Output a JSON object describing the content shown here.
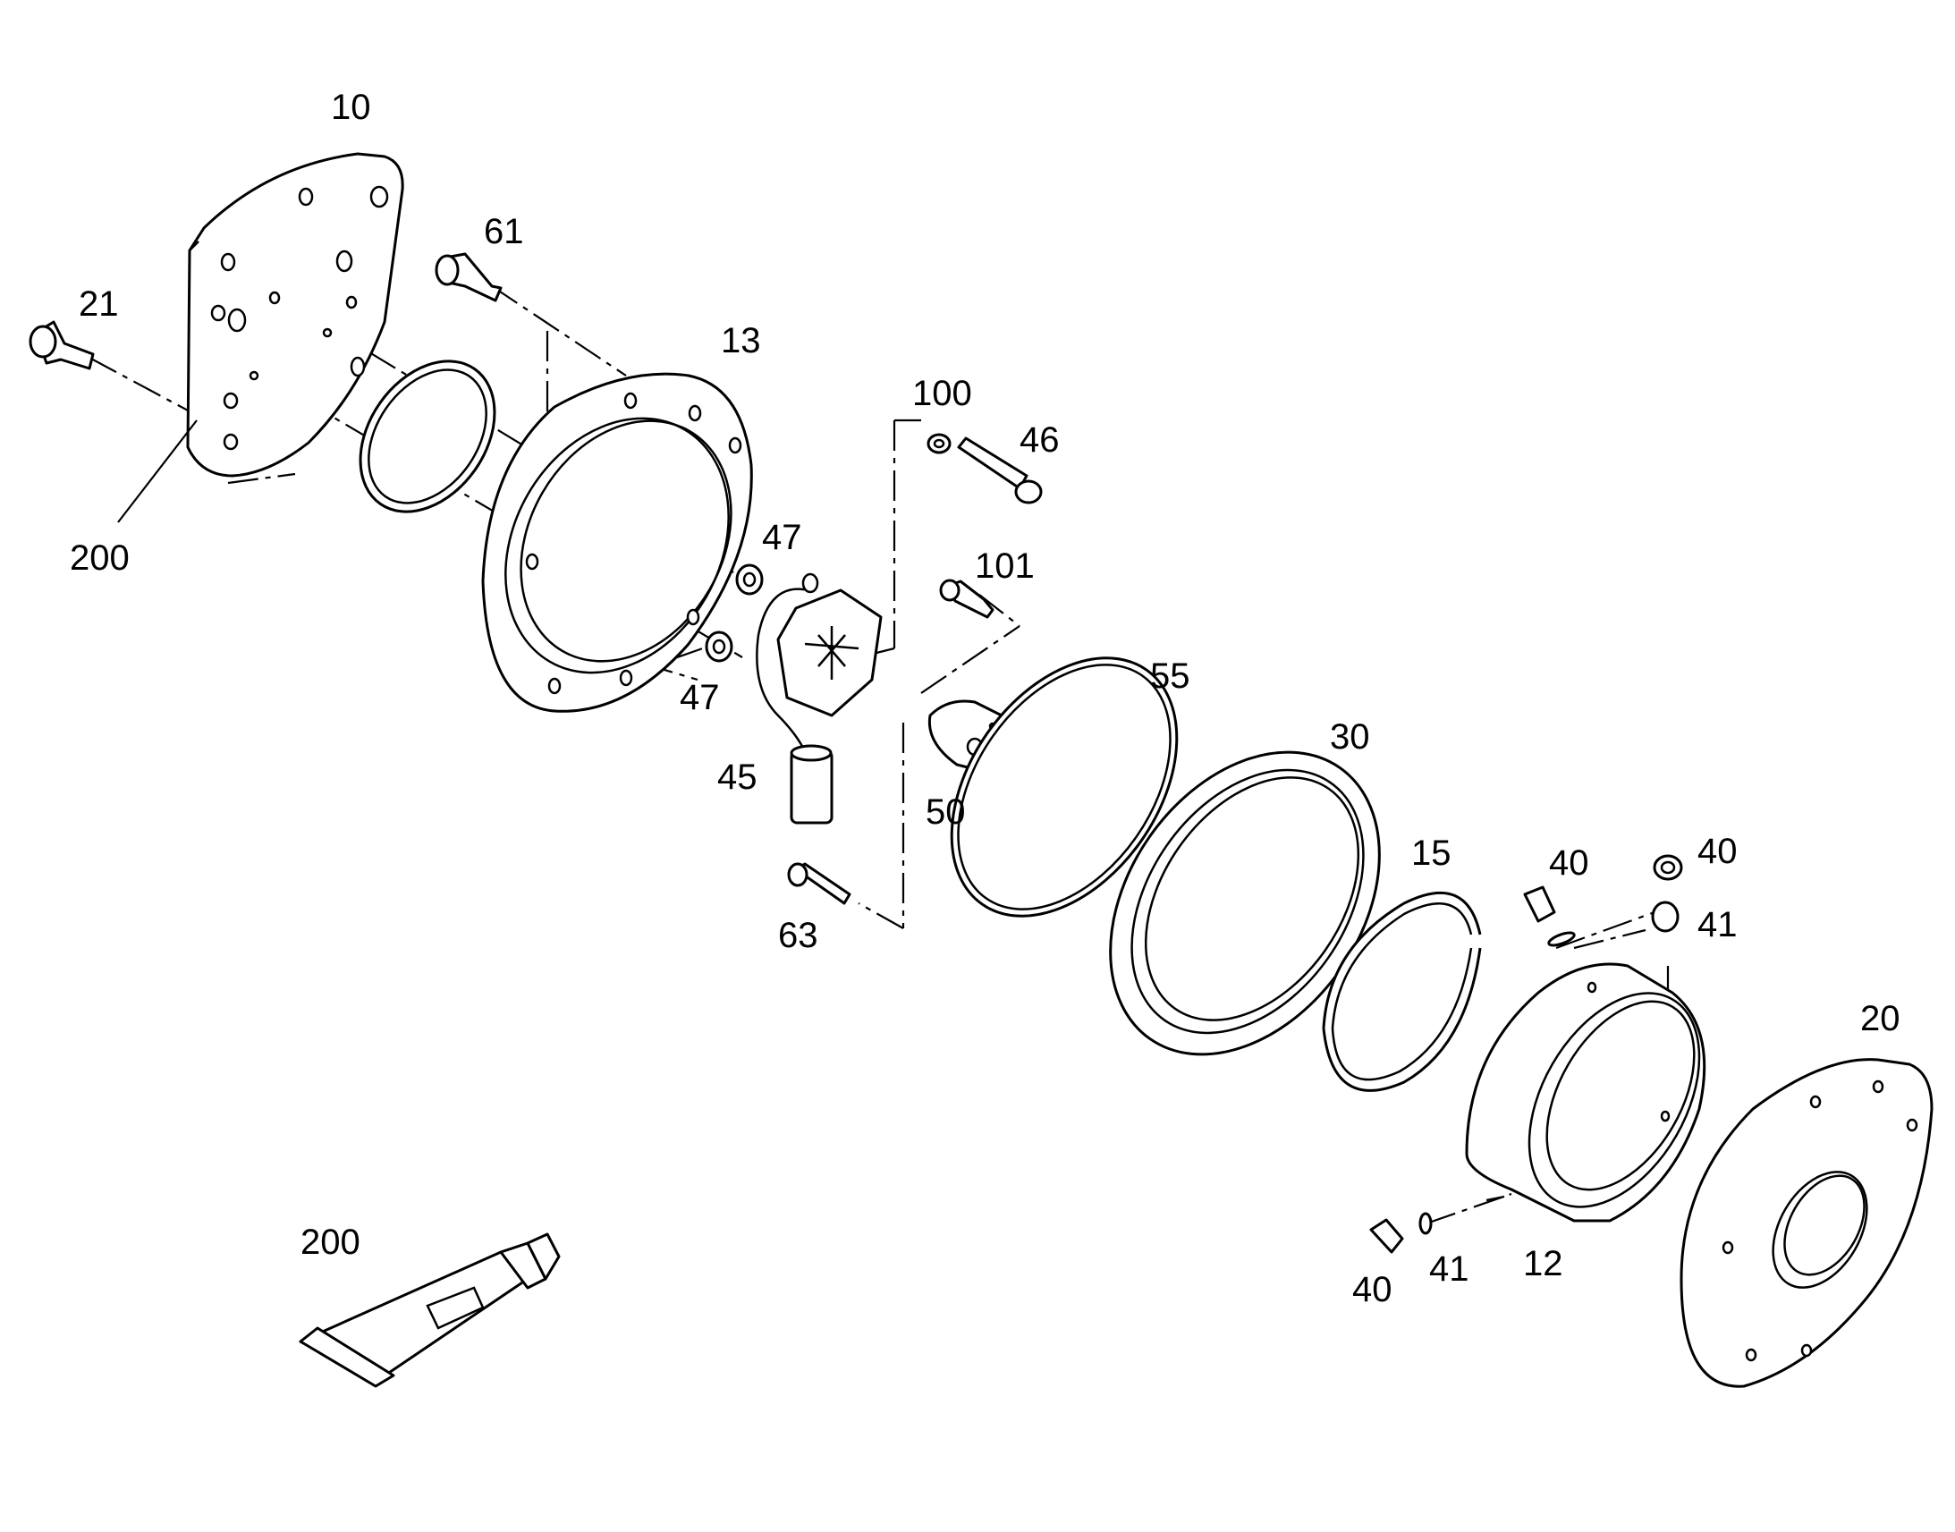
{
  "diagram": {
    "callouts": {
      "p10": "10",
      "p61": "61",
      "p21": "21",
      "p13": "13",
      "p200a": "200",
      "p100": "100",
      "p46": "46",
      "p47a": "47",
      "p101": "101",
      "p47b": "47",
      "p55": "55",
      "p45": "45",
      "p30": "30",
      "p50": "50",
      "p15": "15",
      "p40a": "40",
      "p40b": "40",
      "p41a": "41",
      "p63": "63",
      "p20": "20",
      "p200b": "200",
      "p40c": "40",
      "p41b": "41",
      "p12": "12"
    }
  }
}
